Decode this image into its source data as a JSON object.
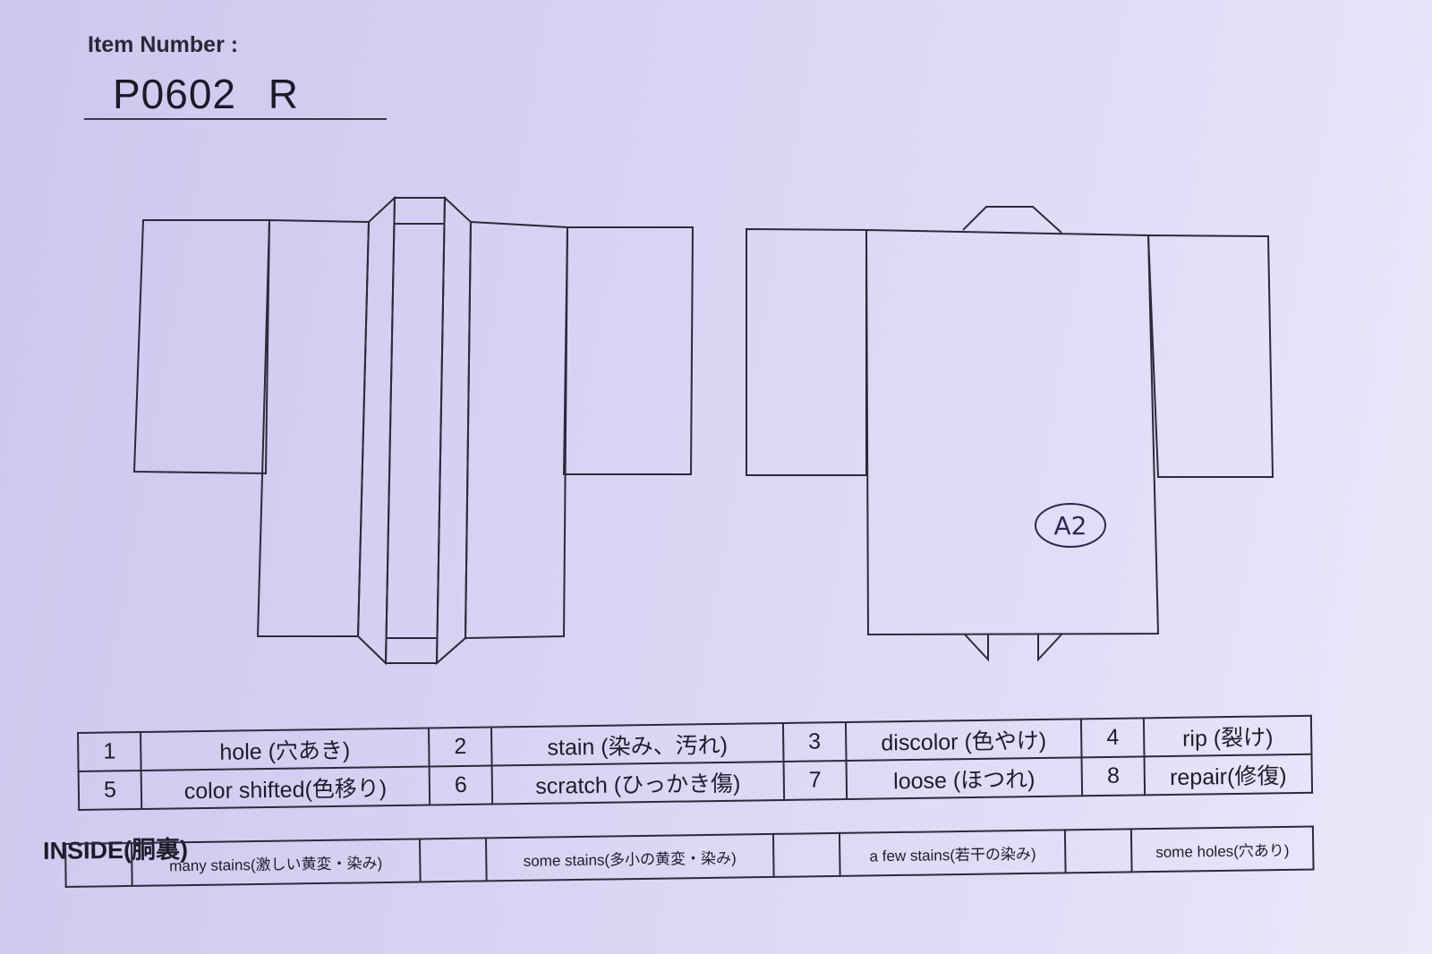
{
  "header": {
    "item_label": "Item Number :",
    "item_value": "P0602   R"
  },
  "diagram": {
    "back_mark": "A2"
  },
  "defect_codes": [
    {
      "num": "1",
      "label": "hole (穴あき)"
    },
    {
      "num": "2",
      "label": "stain (染み、汚れ)"
    },
    {
      "num": "3",
      "label": "discolor (色やけ)"
    },
    {
      "num": "4",
      "label": "rip (裂け)"
    },
    {
      "num": "5",
      "label": "color shifted(色移り)"
    },
    {
      "num": "6",
      "label": "scratch (ひっかき傷)"
    },
    {
      "num": "7",
      "label": "loose (ほつれ)"
    },
    {
      "num": "8",
      "label": "repair(修復)"
    }
  ],
  "inside": {
    "title": "INSIDE(胴裏)",
    "options": [
      {
        "label": "many stains(激しい黄変・染み)"
      },
      {
        "label": "some stains(多小の黄変・染み)"
      },
      {
        "label": "a few stains(若干の染み)"
      },
      {
        "label": "some holes(穴あり)"
      }
    ]
  },
  "colors": {
    "paper": "#d8d3f3",
    "ink": "#1e1c2a",
    "handwriting": "#2a2a55"
  }
}
